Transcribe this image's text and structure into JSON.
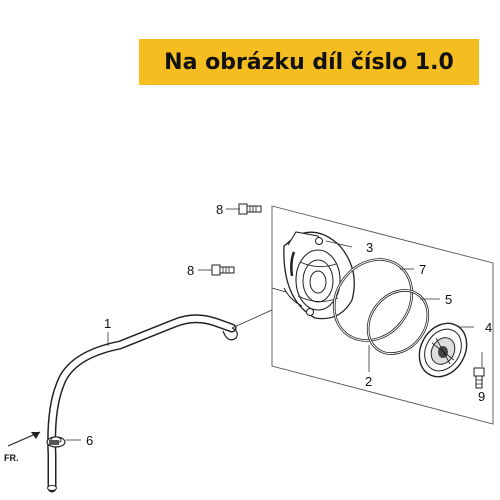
{
  "banner": {
    "text": "Na obrázku díl číslo 1.0"
  },
  "callouts": [
    "8",
    "3",
    "8",
    "7",
    "5",
    "4",
    "1",
    "2",
    "9",
    "6"
  ],
  "direction_label": "FR.",
  "colors": {
    "banner": "#f5bd1f",
    "line": "#222222"
  }
}
